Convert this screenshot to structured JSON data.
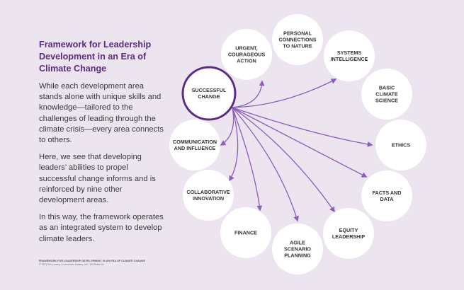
{
  "text": {
    "title": "Framework for Leadership Development in an Era of Climate Change",
    "paragraphs": [
      "While each development area stands alone with unique skills and knowledge—tailored to the challenges of leading through the climate crisis—every area connects to others.",
      "Here, we see that developing leaders’ abilities to propel successful change informs and is reinforced by nine other development areas.",
      "In this way, the framework operates as an integrated system to develop climate leaders."
    ],
    "footer_title": "FRAMEWORK FOR LEADERSHIP DEVELOPMENT IN AN ERA OF CLIMATE CHANGE",
    "footer_credit": "© 2021 Tom Lowery / Connection Matters, Inc., 206 Bothe Dr."
  },
  "colors": {
    "accent": "#5b2d82",
    "arrow": "#8c5dbc",
    "background": "#ece4ee",
    "node": "#ffffff"
  },
  "diagram": {
    "center": {
      "label": [
        "SUCCESSFUL",
        "CHANGE"
      ]
    },
    "nodes": [
      {
        "id": "urgent-courageous-action",
        "label": [
          "URGENT,",
          "COURAGEOUS",
          "ACTION"
        ]
      },
      {
        "id": "personal-connections-to-nature",
        "label": [
          "PERSONAL",
          "CONNECTIONS",
          "TO NATURE"
        ]
      },
      {
        "id": "systems-intelligence",
        "label": [
          "SYSTEMS",
          "INTELLIGENCE"
        ]
      },
      {
        "id": "basic-climate-science",
        "label": [
          "BASIC",
          "CLIMATE",
          "SCIENCE"
        ]
      },
      {
        "id": "ethics",
        "label": [
          "ETHICS"
        ]
      },
      {
        "id": "facts-and-data",
        "label": [
          "FACTS AND",
          "DATA"
        ]
      },
      {
        "id": "equity-leadership",
        "label": [
          "EQUITY",
          "LEADERSHIP"
        ]
      },
      {
        "id": "agile-scenario-planning",
        "label": [
          "AGILE",
          "SCENARIO",
          "PLANNING"
        ]
      },
      {
        "id": "finance",
        "label": [
          "FINANCE"
        ]
      },
      {
        "id": "collaborative-innovation",
        "label": [
          "COLLABORATIVE",
          "INNOVATION"
        ]
      },
      {
        "id": "communication-and-influence",
        "label": [
          "COMMUNICATION",
          "AND INFLUENCE"
        ]
      }
    ]
  }
}
